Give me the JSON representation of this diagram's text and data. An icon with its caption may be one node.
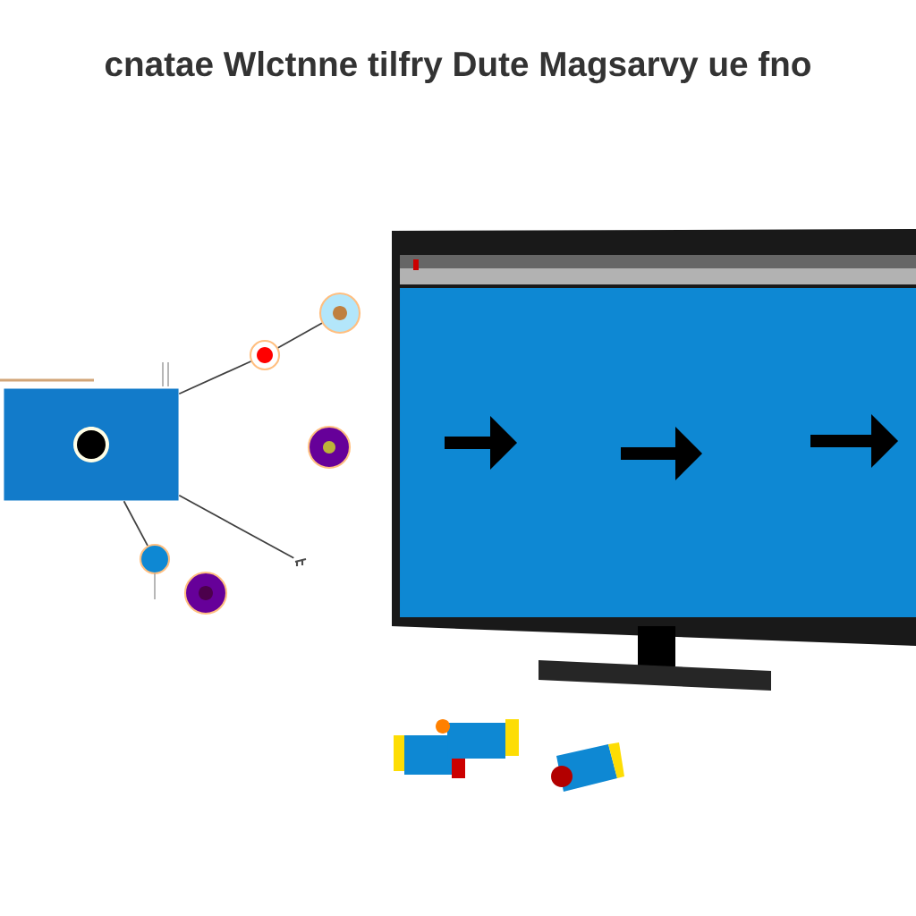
{
  "diagram": {
    "title": "cnatae Wlctnne tilfry Dute Magsarvy ue fno",
    "nodes": [
      {
        "text": [],
        "shape": "box"
      },
      {
        "text": [],
        "shape": "circle"
      },
      {
        "text": [],
        "shape": "circle"
      },
      {
        "text": [],
        "shape": "circle"
      },
      {
        "text": [],
        "shape": "circle"
      },
      {
        "text": [],
        "shape": "circle"
      },
      {
        "text": [],
        "shape": "picture"
      }
    ],
    "edges": [
      {
        "from": 0,
        "to": 1,
        "arrow": "none"
      },
      {
        "from": 1,
        "to": 2,
        "arrow": "none"
      },
      {
        "from": 0,
        "to": 6,
        "arrow": "none"
      },
      {
        "from": 0,
        "to": 4,
        "arrow": "none"
      }
    ]
  }
}
